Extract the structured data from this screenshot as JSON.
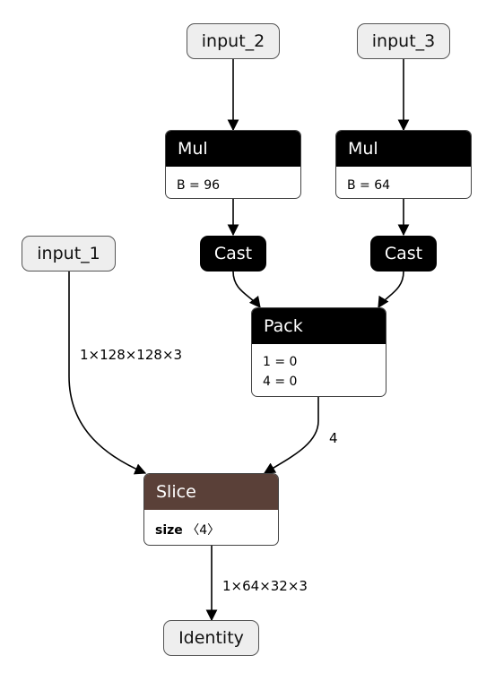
{
  "nodes": {
    "input_1": "input_1",
    "input_2": "input_2",
    "input_3": "input_3",
    "mul_left": {
      "title": "Mul",
      "attr": "B = 96"
    },
    "mul_right": {
      "title": "Mul",
      "attr": "B = 64"
    },
    "cast_left": "Cast",
    "cast_right": "Cast",
    "pack": {
      "title": "Pack",
      "attr1": "1 = 0",
      "attr2": "4 = 0"
    },
    "slice": {
      "title": "Slice",
      "attr_key": "size",
      "attr_val": "〈4〉"
    },
    "identity": "Identity"
  },
  "edges": {
    "input1_to_slice": "1×128×128×3",
    "pack_to_slice": "4",
    "slice_to_identity": "1×64×32×3"
  },
  "colors": {
    "op_header": "#000000",
    "slice_header": "#5a4038",
    "input_fill": "#eeeeee"
  }
}
